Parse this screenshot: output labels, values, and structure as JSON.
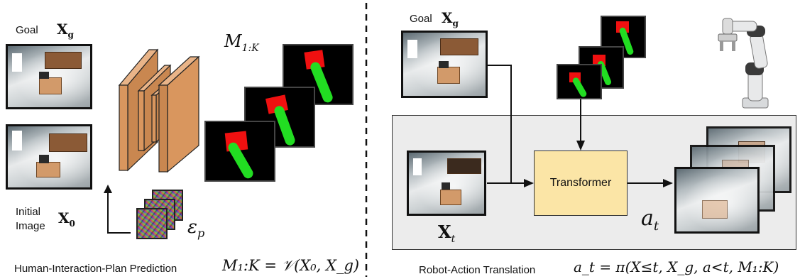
{
  "left": {
    "goal_label": "Goal",
    "goal_var": "X",
    "goal_sub": "g",
    "initial_label_1": "Initial",
    "initial_label_2": "Image",
    "initial_var": "X",
    "initial_sub": "0",
    "plan_var": "M",
    "plan_sub": "1:K",
    "noise_var": "ε",
    "noise_sub": "p",
    "caption_text": "Human-Interaction-Plan Prediction",
    "caption_math": "M₁:K = 𝒱(X₀, X_g)"
  },
  "right": {
    "goal_label": "Goal",
    "goal_var": "X",
    "goal_sub": "g",
    "current_var": "X",
    "current_sub": "t",
    "transformer_label": "Transformer",
    "action_var": "a",
    "action_sub": "t",
    "caption_text": "Robot-Action Translation",
    "caption_math": "a_t = π(X≤t, X_g, a<t, M₁:K)"
  },
  "colors": {
    "transformer_fill": "#fbe5a6",
    "panel_fill": "#ececec",
    "encoder_fill": "#d9965e",
    "mask_red": "#f01010",
    "mask_green": "#22dd22"
  }
}
